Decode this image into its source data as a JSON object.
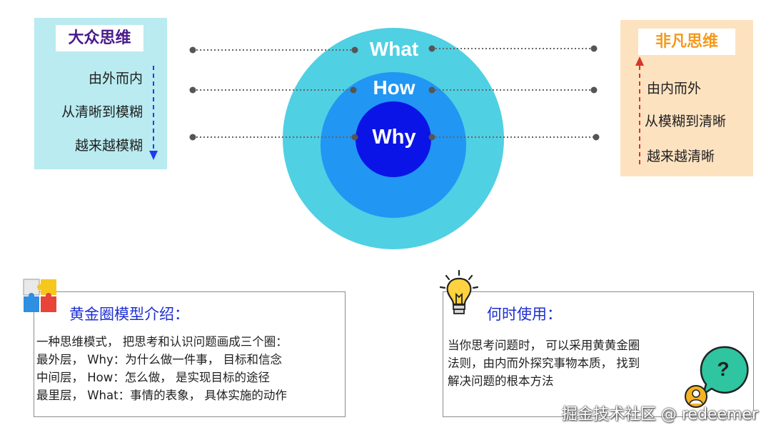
{
  "left_panel": {
    "title": "大众思维",
    "lines": [
      "由外而内",
      "从清晰到模糊",
      "越来越模糊"
    ]
  },
  "right_panel": {
    "title": "非凡思维",
    "lines": [
      "由内而外",
      "从模糊到清晰",
      "越来越清晰"
    ]
  },
  "circles": {
    "outer_label": "What",
    "middle_label": "How",
    "inner_label": "Why",
    "colors": {
      "outer": "#4fd0e3",
      "middle": "#2196f3",
      "inner": "#0a14e6"
    }
  },
  "intro_box": {
    "heading": "黄金圈模型介绍：",
    "lines": [
      "一种思维模式， 把思考和认识问题画成三个圈：",
      "最外层， Why：为什么做一件事， 目标和信念",
      "中间层， How：怎么做， 是实现目标的途径",
      "最里层， What：事情的表象， 具体实施的动作"
    ]
  },
  "usage_box": {
    "heading": "何时使用：",
    "lines": [
      "当你思考问题时， 可以采用黄黄金圈",
      "法则，由内而外探究事物本质， 找到",
      "解决问题的根本方法"
    ],
    "badge_symbol": "?"
  },
  "watermark": "掘金技术社区 @ redeemer",
  "icons": [
    "puzzle-icon",
    "lightbulb-icon",
    "question-bubble-icon",
    "person-icon"
  ]
}
